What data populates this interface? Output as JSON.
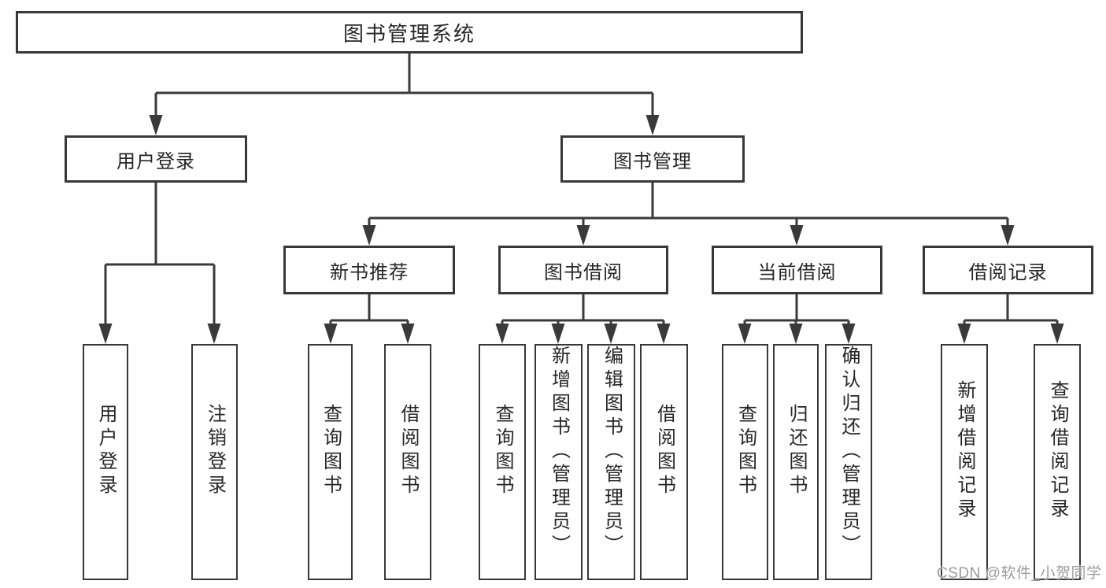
{
  "nodes": {
    "root": "图书管理系统",
    "user_login": "用户登录",
    "book_mgmt": "图书管理",
    "new_books": "新书推荐",
    "book_borrow": "图书借阅",
    "current_borrow": "当前借阅",
    "borrow_records": "借阅记录",
    "ul_login": "用户登录",
    "ul_logout": "注销登录",
    "nb_search": "查询图书",
    "nb_borrow": "借阅图书",
    "bb_search": "查询图书",
    "bb_add": "新增图书（管理员）",
    "bb_edit": "编辑图书（管理员）",
    "bb_borrow": "借阅图书",
    "cb_search": "查询图书",
    "cb_return": "归还图书",
    "cb_confirm": "确认归还（管理员）",
    "br_add": "新增借阅记录",
    "br_search": "查询借阅记录"
  },
  "watermark": "CSDN @软件_小贺同学",
  "colors": {
    "line": "#3a3a3a",
    "box_border": "#383838",
    "text": "#262626",
    "watermark": "#9b9b9b",
    "background": "#ffffff"
  }
}
